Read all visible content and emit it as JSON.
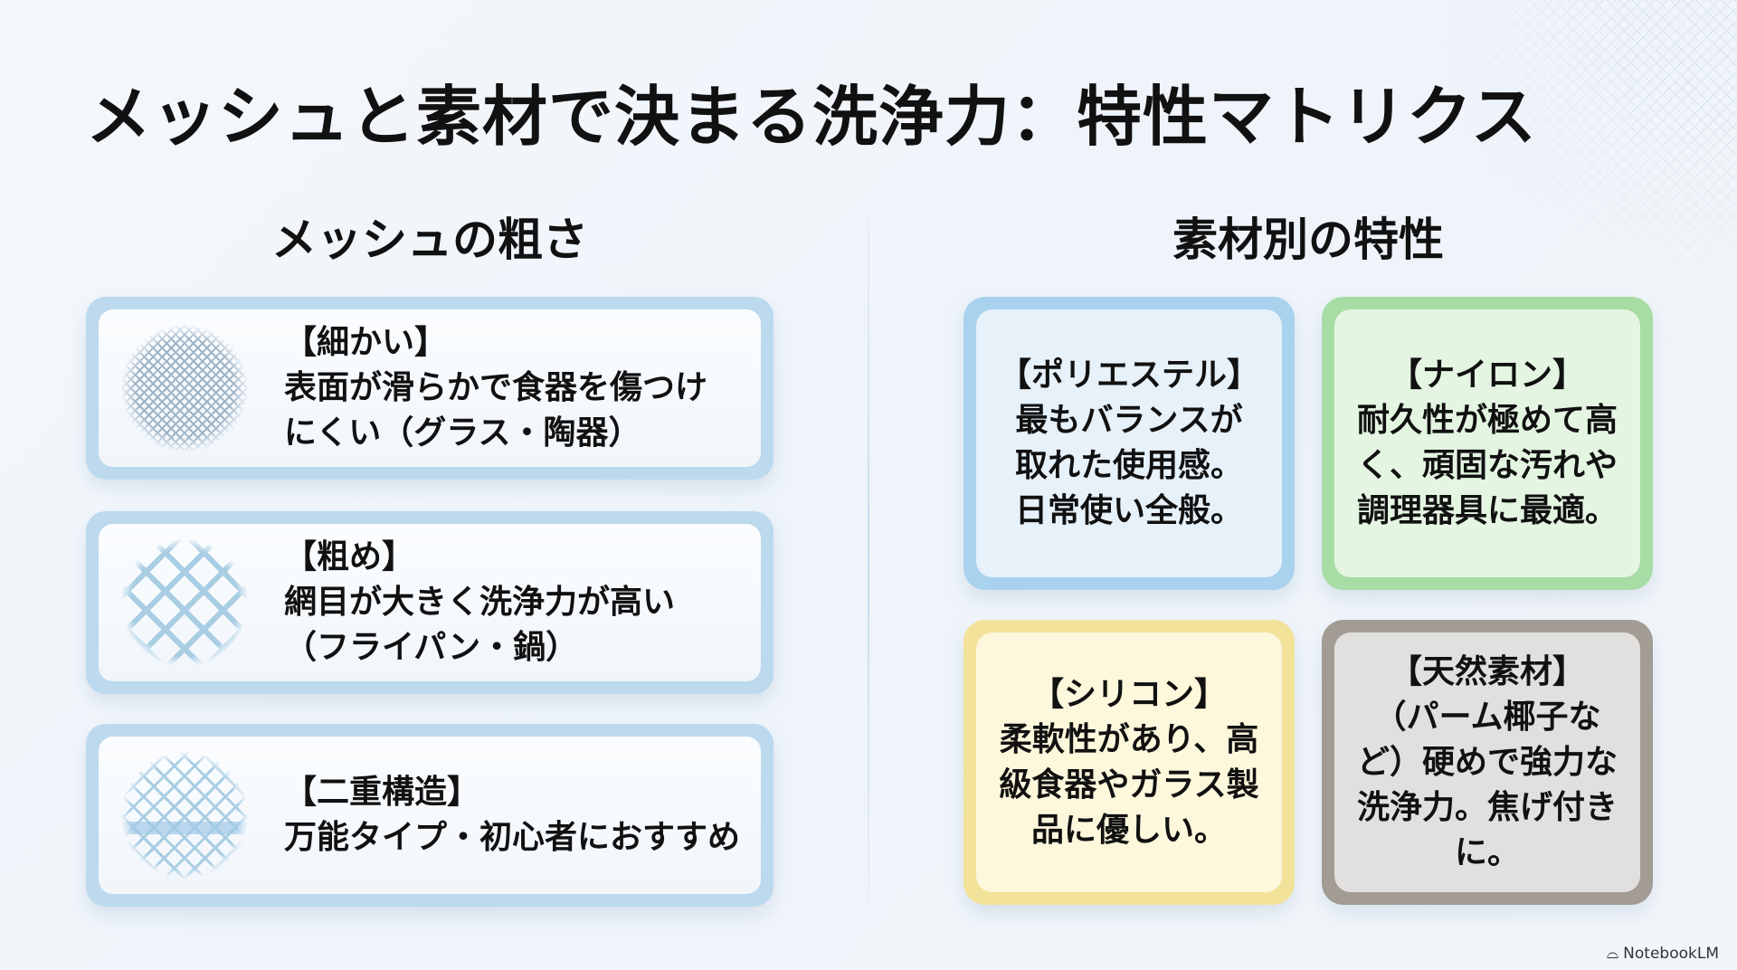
{
  "title": "メッシュと素材で決まる洗浄力：特性マトリクス",
  "mesh": {
    "heading": "メッシュの粗さ",
    "items": [
      {
        "label": "【細かい】",
        "desc": "表面が滑らかで食器を傷つけにくい（グラス・陶器）",
        "icon": "fine-mesh-icon"
      },
      {
        "label": "【粗め】",
        "desc": "網目が大きく洗浄力が高い（フライパン・鍋）",
        "icon": "coarse-mesh-icon"
      },
      {
        "label": "【二重構造】",
        "desc": "万能タイプ・初心者におすすめ",
        "icon": "double-mesh-icon"
      }
    ]
  },
  "materials": {
    "heading": "素材別の特性",
    "items": [
      {
        "label": "【ポリエステル】",
        "desc": "最もバランスが取れた使用感。日常使い全般。",
        "color": "#a9d2ee"
      },
      {
        "label": "【ナイロン】",
        "desc": "耐久性が極めて高く、頑固な汚れや調理器具に最適。",
        "color": "#a8dca5"
      },
      {
        "label": "【シリコン】",
        "desc": "柔軟性があり、高級食器やガラス製品に優しい。",
        "color": "#f3e29a"
      },
      {
        "label": "【天然素材】",
        "desc": "（パーム椰子など）硬めで強力な洗浄力。焦げ付きに。",
        "color": "#a29c94"
      }
    ]
  },
  "footer": {
    "brand": "NotebookLM"
  }
}
